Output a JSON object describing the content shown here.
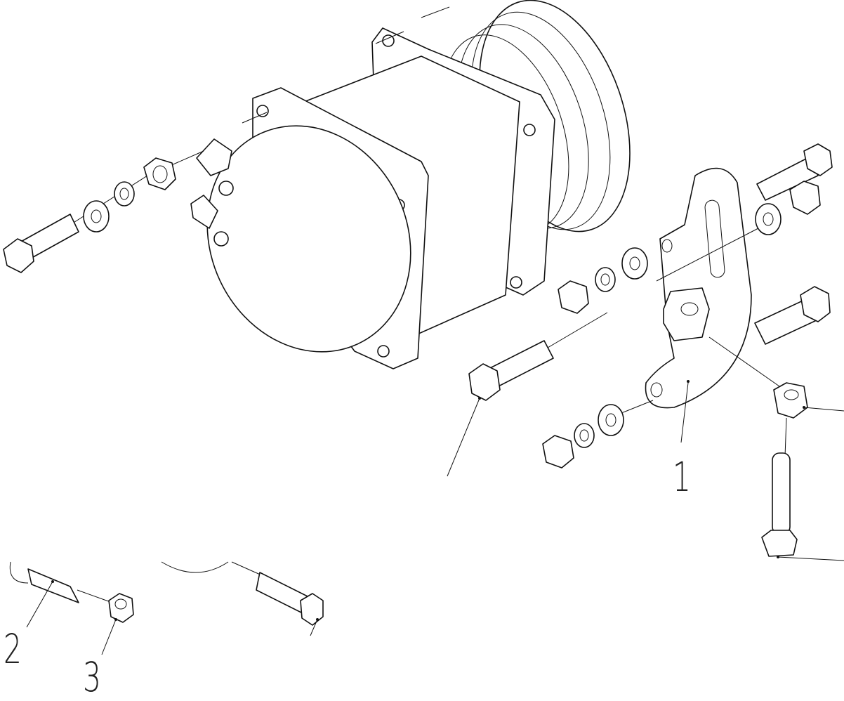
{
  "diagram": {
    "type": "exploded assembly drawing",
    "callouts": [
      {
        "label": "1"
      },
      {
        "label": "2"
      },
      {
        "label": "3"
      }
    ]
  }
}
